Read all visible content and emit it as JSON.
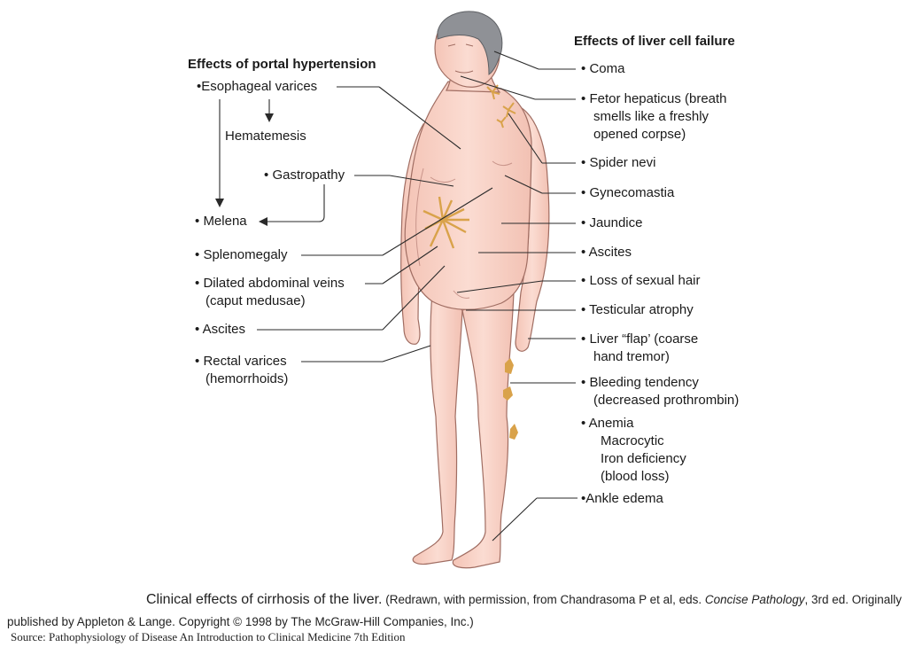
{
  "left_heading": "Effects of portal hypertension",
  "right_heading": "Effects of liver cell failure",
  "left_items": {
    "esophageal_varices": "Esophageal varices",
    "hematemesis": "Hematemesis",
    "gastropathy": "Gastropathy",
    "melena": "Melena",
    "splenomegaly": "Splenomegaly",
    "dilated_veins_1": "Dilated abdominal veins",
    "dilated_veins_2": "(caput medusae)",
    "ascites": "Ascites",
    "rectal_varices_1": "Rectal varices",
    "rectal_varices_2": "(hemorrhoids)"
  },
  "right_items": {
    "coma": "Coma",
    "fetor_1": "Fetor hepaticus (breath",
    "fetor_2": "smells like a freshly",
    "fetor_3": "opened corpse)",
    "spider_nevi": "Spider nevi",
    "gynecomastia": "Gynecomastia",
    "jaundice": "Jaundice",
    "ascites": "Ascites",
    "loss_hair": "Loss of sexual hair",
    "testicular": "Testicular atrophy",
    "flap_1": "Liver “flap’ (coarse",
    "flap_2": "hand tremor)",
    "bleeding_1": "Bleeding tendency",
    "bleeding_2": "(decreased prothrombin)",
    "anemia": "Anemia",
    "anemia_1": "Macrocytic",
    "anemia_2": "Iron deficiency",
    "anemia_3": "(blood loss)",
    "ankle": "Ankle edema"
  },
  "bullet": "•",
  "caption": {
    "title": "Clinical effects of cirrhosis of the liver.",
    "part1": " (Redrawn, with permission, from Chandrasoma P et al, eds. ",
    "book": "Concise Pathology",
    "part2": ", 3rd ed. Originally",
    "line2": "published by Appleton & Lange. Copyright © 1998 by The McGraw-Hill Companies, Inc.)"
  },
  "source": "Source: Pathophysiology of Disease An Introduction to Clinical Medicine 7th Edition",
  "colors": {
    "skin": "#f9d5c9",
    "skin_outline": "#a06d62",
    "hair": "#8f9196",
    "lesion": "#d9a24a",
    "line": "#2a2a2a"
  }
}
